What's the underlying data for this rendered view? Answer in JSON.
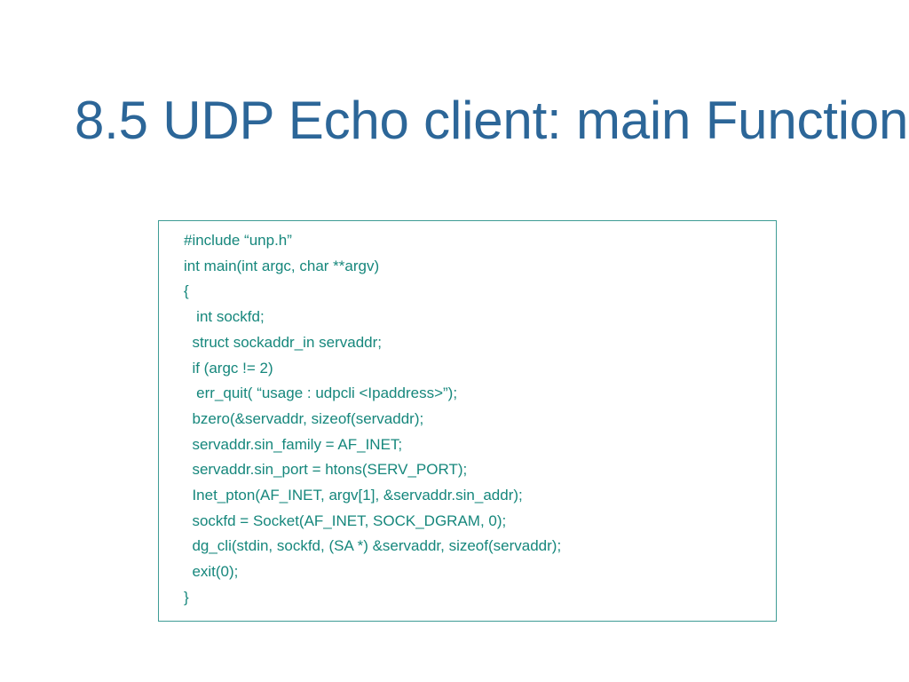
{
  "slide": {
    "title": "8.5 UDP Echo client: main Function",
    "title_color": "#2C6698",
    "background_color": "#FFFFFF"
  },
  "code_box": {
    "border_color": "#3E9C95",
    "text_color": "#16877C",
    "lines": [
      "#include “unp.h”",
      "int main(int argc, char **argv)",
      "{",
      "   int sockfd;",
      "  struct sockaddr_in servaddr;",
      "  if (argc != 2)",
      "   err_quit( “usage : udpcli <Ipaddress>”);",
      "  bzero(&servaddr, sizeof(servaddr);",
      "  servaddr.sin_family = AF_INET;",
      "  servaddr.sin_port = htons(SERV_PORT);",
      "  Inet_pton(AF_INET, argv[1], &servaddr.sin_addr);",
      "  sockfd = Socket(AF_INET, SOCK_DGRAM, 0);",
      "  dg_cli(stdin, sockfd, (SA *) &servaddr, sizeof(servaddr);",
      "  exit(0);",
      "}"
    ]
  }
}
